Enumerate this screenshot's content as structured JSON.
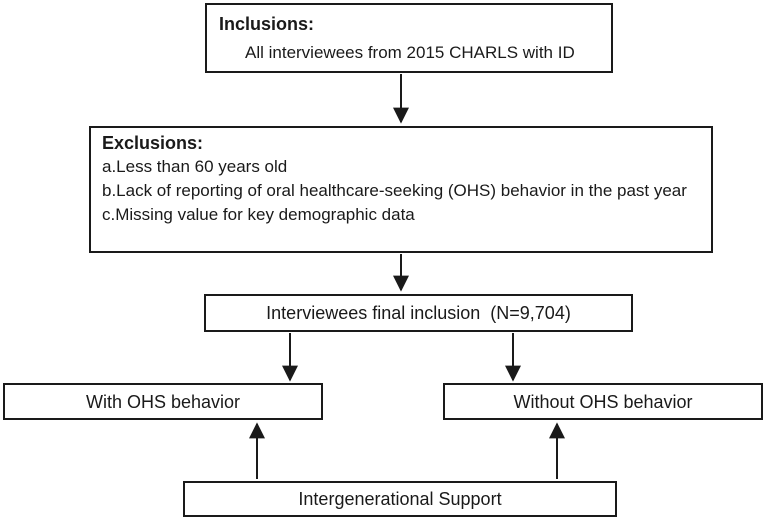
{
  "inclusions": {
    "title": "Inclusions:",
    "body": "All interviewees from 2015 CHARLS with ID"
  },
  "exclusions": {
    "title": "Exclusions:",
    "items": [
      "a.Less than 60 years old",
      "b.Lack of reporting of oral healthcare-seeking (OHS) behavior in the past year",
      "c.Missing value for key demographic data"
    ]
  },
  "final_inclusion": {
    "label": "Interviewees final inclusion  (N=9,704)"
  },
  "with_ohs": {
    "label": "With OHS behavior"
  },
  "without_ohs": {
    "label": "Without OHS behavior"
  },
  "intergenerational_support": {
    "label": "Intergenerational Support"
  },
  "colors": {
    "border": "#1a1a1a",
    "text": "#1a1a1a",
    "background": "#ffffff"
  }
}
